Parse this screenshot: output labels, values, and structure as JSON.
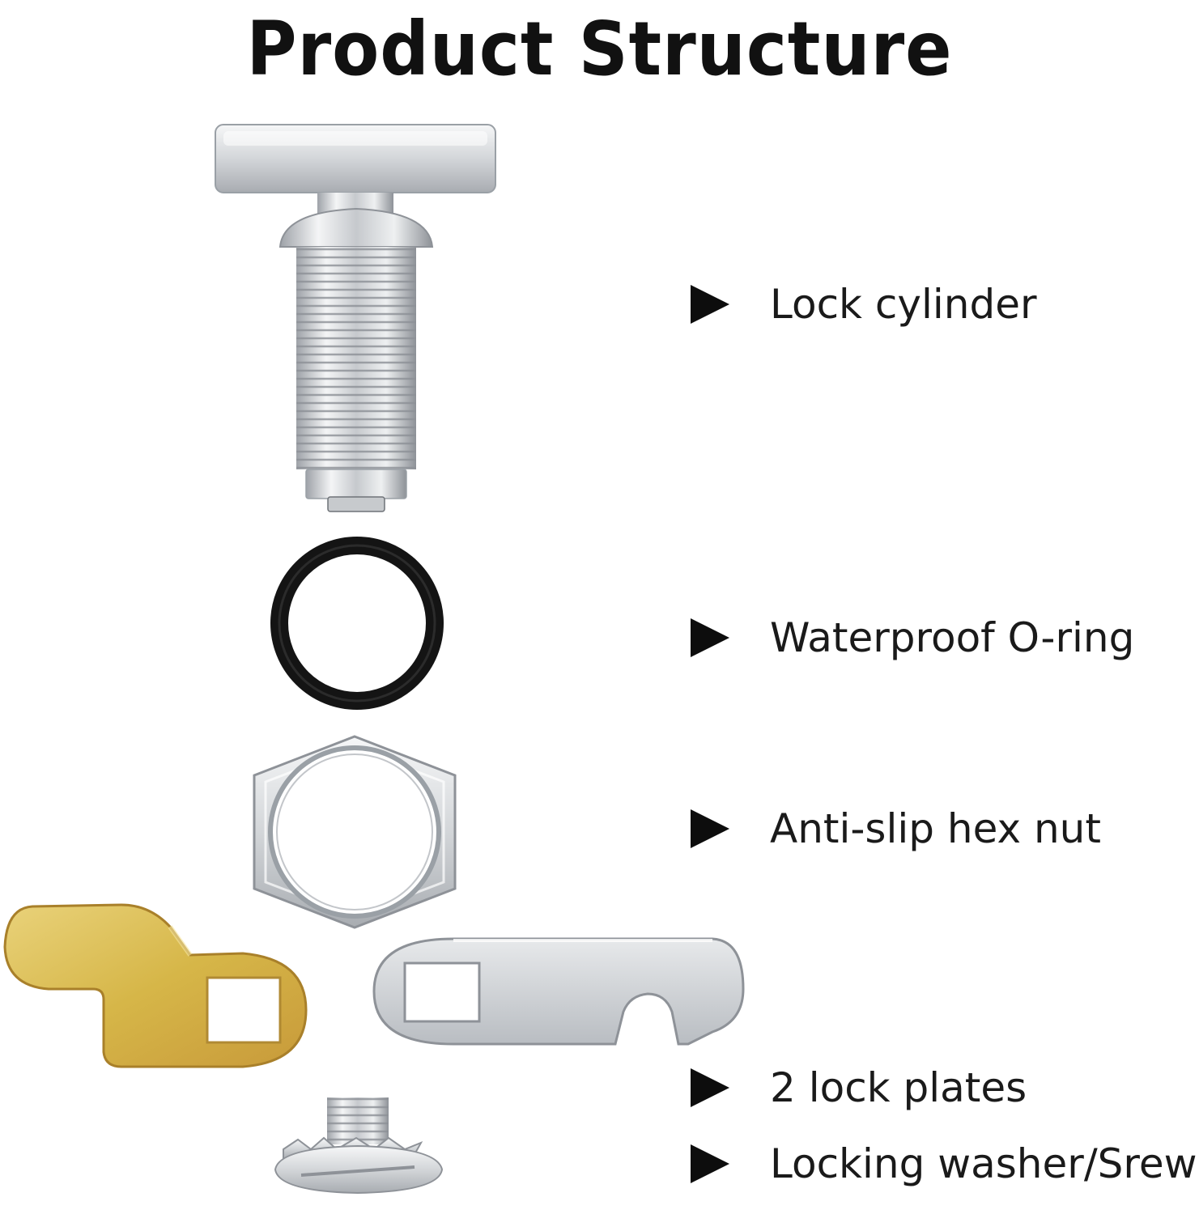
{
  "title": "Product Structure",
  "labels": [
    {
      "text": "Lock cylinder",
      "icon": "triangle-right-icon"
    },
    {
      "text": "Waterproof O-ring",
      "icon": "triangle-right-icon"
    },
    {
      "text": "Anti-slip hex nut",
      "icon": "triangle-right-icon"
    },
    {
      "text": "2 lock plates",
      "icon": "triangle-right-icon"
    },
    {
      "text": "Locking washer/Srew",
      "icon": "triangle-right-icon"
    }
  ],
  "colors": {
    "background": "#ffffff",
    "text": "#111111",
    "arrow": "#0d0d0d",
    "chrome": "#d4d6d9",
    "brass": "#d8b84a",
    "rubber": "#111111"
  }
}
